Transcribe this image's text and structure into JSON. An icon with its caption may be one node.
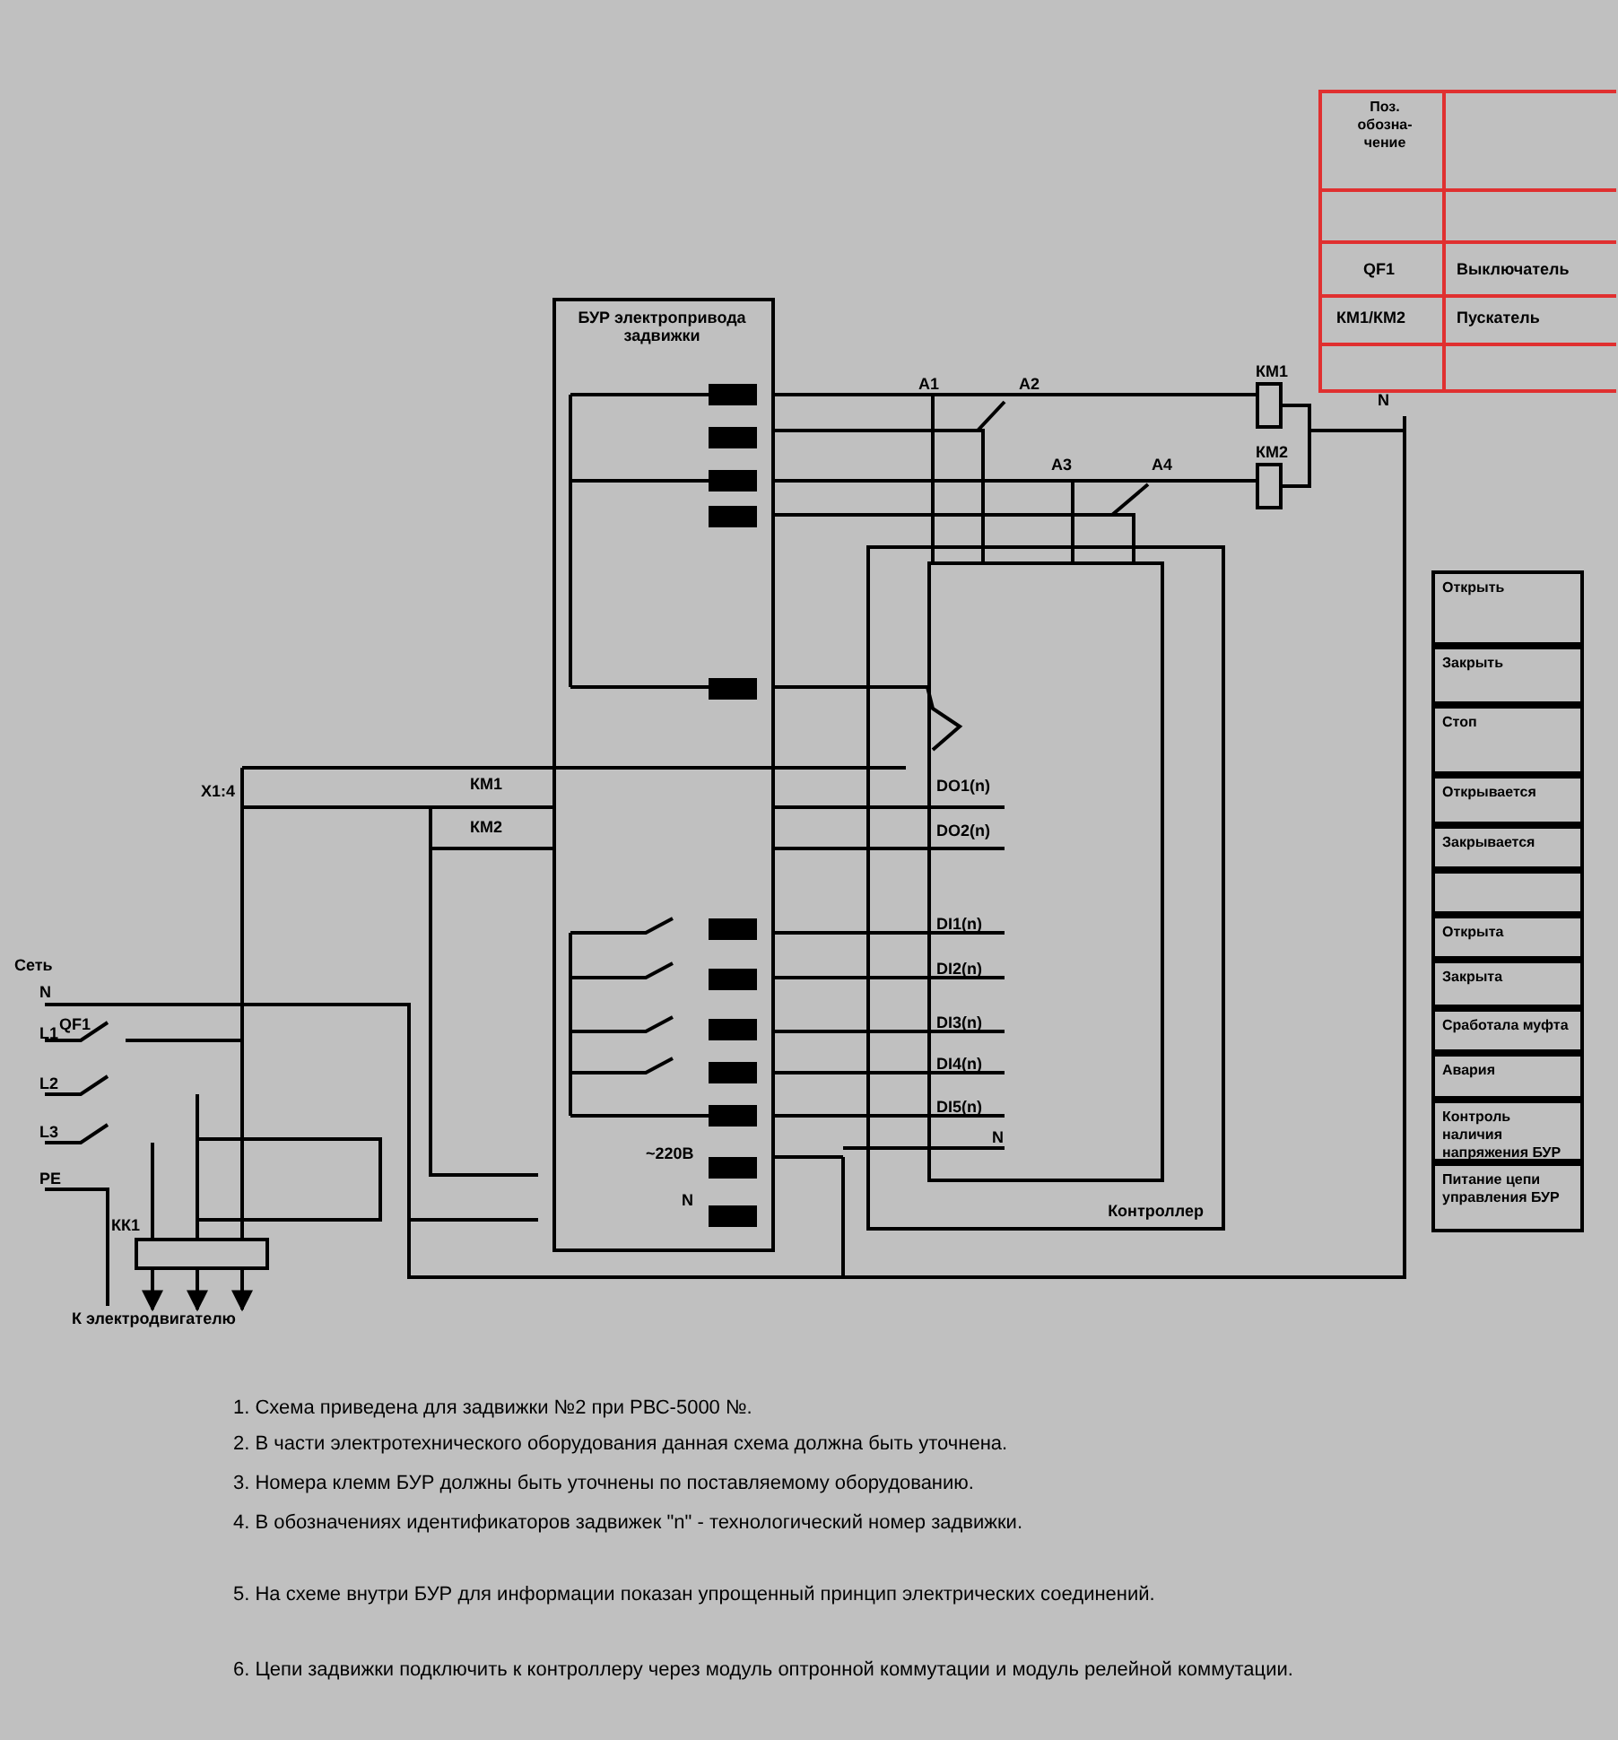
{
  "diagram": {
    "nodes": [
      {
        "text": [
          "БУР электропривода задвижки"
        ]
      },
      {
        "text": [
          "Контроллер"
        ]
      },
      {
        "text": [],
        "shape": "box",
        "in": 1
      },
      {
        "text": [],
        "shape": "box",
        "beside": [
          "КМ1"
        ]
      },
      {
        "text": [],
        "shape": "box",
        "beside": [
          "КМ2"
        ]
      },
      {
        "text": [],
        "shape": "box"
      },
      {
        "text": [
          "К электродвигателю"
        ]
      },
      {
        "text": [
          "Открыть"
        ]
      },
      {
        "text": [
          "Закрыть"
        ]
      },
      {
        "text": [
          "Стоп"
        ]
      },
      {
        "text": [
          "Открывается"
        ]
      },
      {
        "text": [
          "Закрывается"
        ]
      },
      {
        "text": [],
        "shape": "box"
      },
      {
        "text": [
          "Открыта"
        ]
      },
      {
        "text": [
          "Закрыта"
        ]
      },
      {
        "text": [
          "Сработала муфта"
        ]
      },
      {
        "text": [
          "Авария"
        ]
      },
      {
        "text": [
          "Контроль наличия напряжения БУР"
        ]
      },
      {
        "text": [
          "Питание цепи управления БУР"
        ]
      }
    ],
    "edges": [
      {
        "from": 0,
        "to": 3,
        "arrow": "none"
      },
      {
        "from": 0,
        "to": 4,
        "arrow": "none"
      },
      {
        "from": 0,
        "to": 2,
        "arrow": "none"
      },
      {
        "from": 0,
        "to": 2,
        "arrow": "none"
      },
      {
        "from": 0,
        "to": 2,
        "arrow": "none"
      },
      {
        "from": 0,
        "to": 2,
        "arrow": "none"
      },
      {
        "from": 0,
        "to": 2,
        "arrow": "none"
      },
      {
        "from": 5,
        "to": 6,
        "arrow": "to"
      },
      {
        "from": 5,
        "to": 6,
        "arrow": "to"
      },
      {
        "from": 5,
        "to": 6,
        "arrow": "to"
      },
      {
        "from": 0,
        "to": 2,
        "arrow": "none"
      },
      {
        "from": 0,
        "to": 2,
        "arrow": "none"
      },
      {
        "from": 0,
        "to": 2,
        "arrow": "none"
      },
      {
        "from": 0,
        "to": 2,
        "arrow": "none"
      },
      {
        "from": 0,
        "to": 2,
        "arrow": "none"
      },
      {
        "from": 0,
        "to": 2,
        "arrow": "none"
      },
      {
        "from": 0,
        "to": 2,
        "arrow": "none"
      }
    ],
    "labels": [
      "Поз. обозна-чение",
      "QF1",
      "Выключатель",
      "КМ1/КМ2",
      "Пускатель",
      "N",
      "A1",
      "A2",
      "A3",
      "A4",
      "X1:4",
      "КМ1",
      "КМ2",
      "Сеть",
      "N",
      "QF1",
      "L1",
      "L2",
      "L3",
      "PE",
      "КК1",
      "~220В",
      "N",
      "DO1(n)",
      "DO2(n)",
      "DI1(n)",
      "DI2(n)",
      "DI3(n)",
      "DI4(n)",
      "DI5(n)",
      "N",
      "1. Схема приведена для задвижки №2 при РВС-5000 №.",
      "2. В части электротехнического оборудования данная схема должна быть уточнена.",
      "3. Номера клемм БУР должны быть уточнены по поставляемому оборудованию.",
      "4. В обозначениях идентификаторов задвижек \"n\" - технологический номер задвижки.",
      "5. На схеме внутри БУР для информации показан упрощенный принцип электрических соединений.",
      "6. Цепи задвижки подключить к контроллеру через модуль оптронной коммутации и модуль релейной коммутации."
    ]
  }
}
